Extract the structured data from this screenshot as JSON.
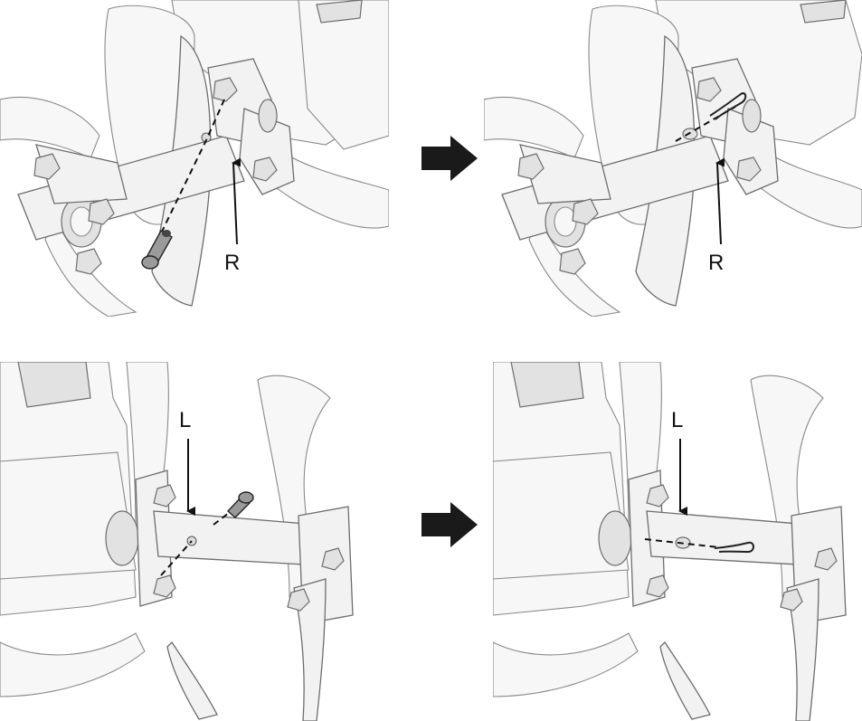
{
  "figure": {
    "callouts": {
      "top_left": "R",
      "top_right": "R",
      "bottom_left": "L",
      "bottom_right": "L"
    },
    "arrow_color": "#1a1a1a",
    "line_color": "#111111"
  }
}
